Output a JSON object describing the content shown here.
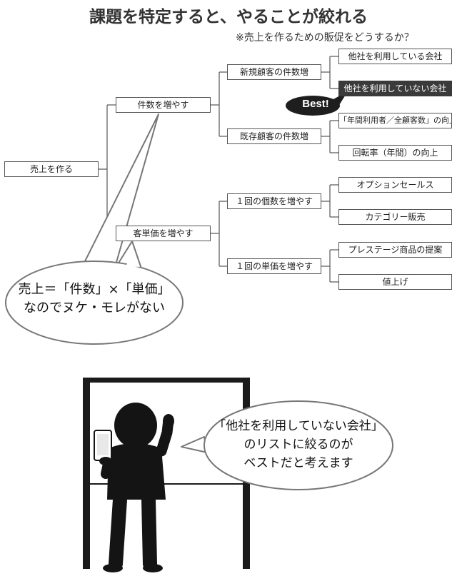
{
  "title": "課題を特定すると、やることが絞れる",
  "subtitle": "※売上を作るための販促をどうするか？",
  "tree": {
    "root": "売上を作る",
    "level1": [
      "件数を増やす",
      "客単価を増やす"
    ],
    "level2": [
      "新規顧客の件数増",
      "既存顧客の件数増",
      "１回の個数を増やす",
      "１回の単価を増やす"
    ],
    "level3": [
      "他社を利用している会社",
      "他社を利用していない会社",
      "「年間利用者／全顧客数」の向上",
      "回転率（年間）の向上",
      "オプションセールス",
      "カテゴリー販売",
      "プレステージ商品の提案",
      "値上げ"
    ]
  },
  "best_badge": "Best!",
  "bubble_left": [
    "売上＝「件数」×「単価」",
    "なのでヌケ・モレがない"
  ],
  "bubble_right": [
    "「他社を利用していない会社」",
    "のリストに絞るのが",
    "ベストだと考えます"
  ]
}
